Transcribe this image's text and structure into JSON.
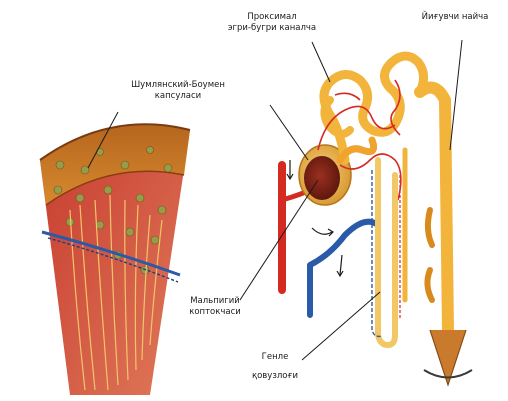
{
  "labels": {
    "proximal_line1": "Проксимал",
    "proximal_line2": "эгри-бугри каналча",
    "collecting_duct": "Йиғувчи найча",
    "capsule_line1": "Шумлянский-Боумен",
    "capsule_line2": "капсуласи",
    "glomerulus_line1": "Мальпигий",
    "glomerulus_line2": "коптокчаси",
    "henle_line1": "Генле",
    "henle_line2": "қовузлоғи"
  },
  "colors": {
    "tubule": "#f2b43a",
    "tubule_dark": "#d98a1c",
    "artery": "#d42a22",
    "vein": "#2a5aa8",
    "cortex": "#c8742a",
    "medulla": "#d24a3a",
    "glomerulus": "#7a2418"
  }
}
